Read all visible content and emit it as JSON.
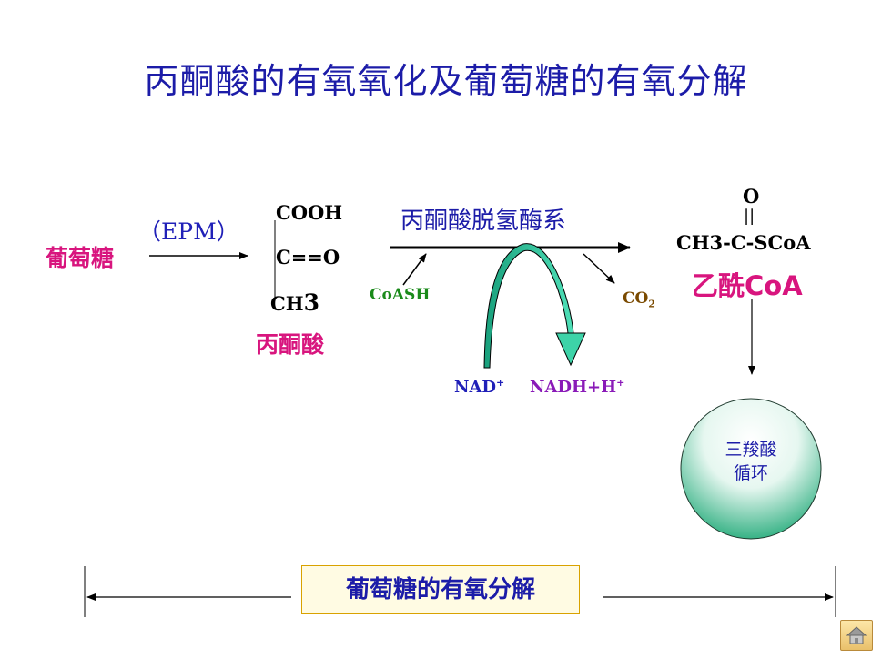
{
  "title": "丙酮酸的有氧氧化及葡萄糖的有氧分解",
  "glucose": "葡萄糖",
  "epm": "（EPM）",
  "pyruvate": {
    "cooh": "COOH",
    "co": "C==O",
    "ch3_main": "CH",
    "ch3_sub": "3",
    "name": "丙酮酸"
  },
  "enzyme": "丙酮酸脱氢酶系",
  "coash": "CoASH",
  "co2_main": "CO",
  "co2_sub": "2",
  "nad_main": "NAD",
  "nad_sup": "+",
  "nadh_main": "NADH+H",
  "nadh_sup": "+",
  "acetyl": {
    "o": "O",
    "bond": "||",
    "formula": "CH3-C-SCoA",
    "name": "乙酰CoA"
  },
  "tca_line1": "三羧酸",
  "tca_line2": "循环",
  "bottom_label": "葡萄糖的有氧分解",
  "colors": {
    "title_blue": "#1c1ca8",
    "magenta": "#d8157e",
    "green": "#1a8a1a",
    "brown": "#7a4a00",
    "purple": "#8a1ab8",
    "teal": "#2dbf9b"
  },
  "icons": [
    "home-icon"
  ]
}
